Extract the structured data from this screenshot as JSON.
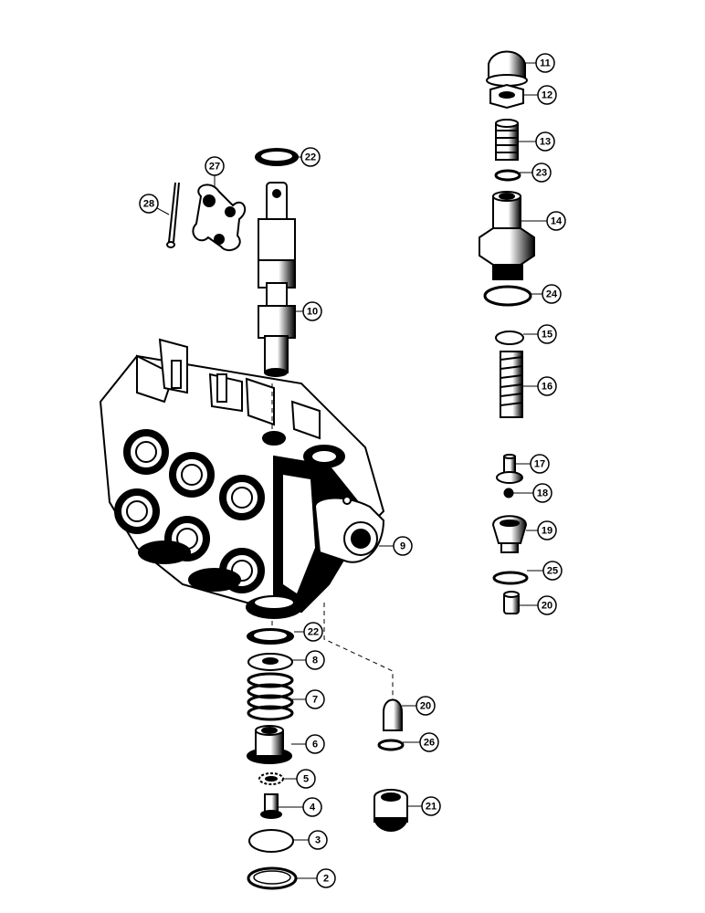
{
  "diagram": {
    "colors": {
      "ink": "#000000",
      "paper": "#ffffff"
    },
    "callouts": [
      {
        "id": "c2",
        "label": "2",
        "part": "snap-ring"
      },
      {
        "id": "c3",
        "label": "3",
        "part": "disc"
      },
      {
        "id": "c4",
        "label": "4",
        "part": "screw"
      },
      {
        "id": "c5",
        "label": "5",
        "part": "lock-washer"
      },
      {
        "id": "c6",
        "label": "6",
        "part": "spring-cap"
      },
      {
        "id": "c7",
        "label": "7",
        "part": "spring"
      },
      {
        "id": "c8",
        "label": "8",
        "part": "washer"
      },
      {
        "id": "c9",
        "label": "9",
        "part": "valve-body"
      },
      {
        "id": "c10",
        "label": "10",
        "part": "spool"
      },
      {
        "id": "c11",
        "label": "11",
        "part": "acorn-nut"
      },
      {
        "id": "c12",
        "label": "12",
        "part": "hex-nut"
      },
      {
        "id": "c13",
        "label": "13",
        "part": "adjusting-screw"
      },
      {
        "id": "c14",
        "label": "14",
        "part": "relief-valve-body"
      },
      {
        "id": "c15",
        "label": "15",
        "part": "seat"
      },
      {
        "id": "c16",
        "label": "16",
        "part": "relief-spring"
      },
      {
        "id": "c17",
        "label": "17",
        "part": "poppet"
      },
      {
        "id": "c18",
        "label": "18",
        "part": "ball"
      },
      {
        "id": "c19",
        "label": "19",
        "part": "check-seat"
      },
      {
        "id": "c20a",
        "label": "20",
        "part": "plug"
      },
      {
        "id": "c20b",
        "label": "20",
        "part": "plug"
      },
      {
        "id": "c21",
        "label": "21",
        "part": "knurled-plug"
      },
      {
        "id": "c22a",
        "label": "22",
        "part": "o-ring"
      },
      {
        "id": "c22b",
        "label": "22",
        "part": "o-ring"
      },
      {
        "id": "c23",
        "label": "23",
        "part": "o-ring"
      },
      {
        "id": "c24",
        "label": "24",
        "part": "gasket"
      },
      {
        "id": "c25",
        "label": "25",
        "part": "o-ring"
      },
      {
        "id": "c26",
        "label": "26",
        "part": "o-ring"
      },
      {
        "id": "c27",
        "label": "27",
        "part": "link"
      },
      {
        "id": "c28",
        "label": "28",
        "part": "cotter-pin"
      }
    ]
  }
}
